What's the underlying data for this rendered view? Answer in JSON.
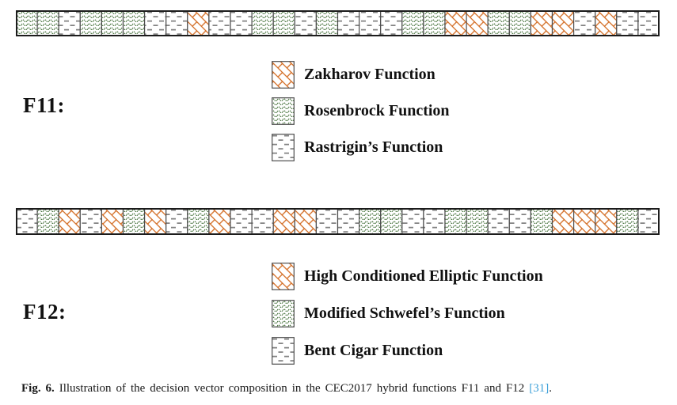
{
  "patterns": {
    "brick": {
      "desc": "diagonal-brick-hatch",
      "color": "#d2691e",
      "background": "#ffffff"
    },
    "wave": {
      "desc": "dotted-wavy-lines",
      "color": "#4a7540",
      "background": "#ffffff"
    },
    "dash": {
      "desc": "staggered-dashes",
      "color": "#828282",
      "background": "#ffffff"
    }
  },
  "colors": {
    "cell_border": "#4d4d4d",
    "bar_border": "#1c1c1c",
    "citation_blue": "#3da0d9",
    "text": "#111111"
  },
  "functions": {
    "zakharov": {
      "label": "Zakharov Function",
      "pattern": "brick"
    },
    "rosenbrock": {
      "label": "Rosenbrock Function",
      "pattern": "wave"
    },
    "rastrigin": {
      "label": "Rastrigin’s Function",
      "pattern": "dash"
    },
    "elliptic": {
      "label": "High Conditioned Elliptic Function",
      "pattern": "brick"
    },
    "schwefel": {
      "label": "Modified Schwefel’s Function",
      "pattern": "wave"
    },
    "bentcigar": {
      "label": "Bent Cigar Function",
      "pattern": "dash"
    }
  },
  "f11": {
    "label": "F11:",
    "cells": [
      "rosenbrock",
      "rosenbrock",
      "rastrigin",
      "rosenbrock",
      "rosenbrock",
      "rosenbrock",
      "rastrigin",
      "rastrigin",
      "zakharov",
      "rastrigin",
      "rastrigin",
      "rosenbrock",
      "rosenbrock",
      "rastrigin",
      "rosenbrock",
      "rastrigin",
      "rastrigin",
      "rastrigin",
      "rosenbrock",
      "rosenbrock",
      "zakharov",
      "zakharov",
      "rosenbrock",
      "rosenbrock",
      "zakharov",
      "zakharov",
      "rastrigin",
      "zakharov",
      "rastrigin",
      "rastrigin"
    ],
    "legend": [
      "zakharov",
      "rosenbrock",
      "rastrigin"
    ]
  },
  "f12": {
    "label": "F12:",
    "cells": [
      "bentcigar",
      "schwefel",
      "elliptic",
      "bentcigar",
      "elliptic",
      "schwefel",
      "elliptic",
      "bentcigar",
      "schwefel",
      "elliptic",
      "bentcigar",
      "bentcigar",
      "elliptic",
      "elliptic",
      "bentcigar",
      "bentcigar",
      "schwefel",
      "schwefel",
      "bentcigar",
      "bentcigar",
      "schwefel",
      "schwefel",
      "bentcigar",
      "bentcigar",
      "schwefel",
      "elliptic",
      "elliptic",
      "elliptic",
      "schwefel",
      "bentcigar"
    ],
    "legend": [
      "elliptic",
      "schwefel",
      "bentcigar"
    ]
  },
  "caption": {
    "prefix": "Fig. 6.",
    "body": " Illustration of the decision vector composition in the CEC2017 hybrid functions F11 and F12 ",
    "citation": "[31]",
    "suffix": "."
  }
}
